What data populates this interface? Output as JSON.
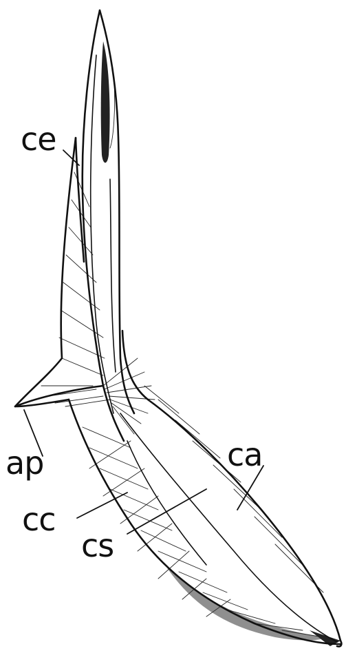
{
  "figure": {
    "labels": {
      "ce": "ce",
      "ca": "ca",
      "ap": "ap",
      "cc": "cc",
      "cs": "cs"
    }
  }
}
